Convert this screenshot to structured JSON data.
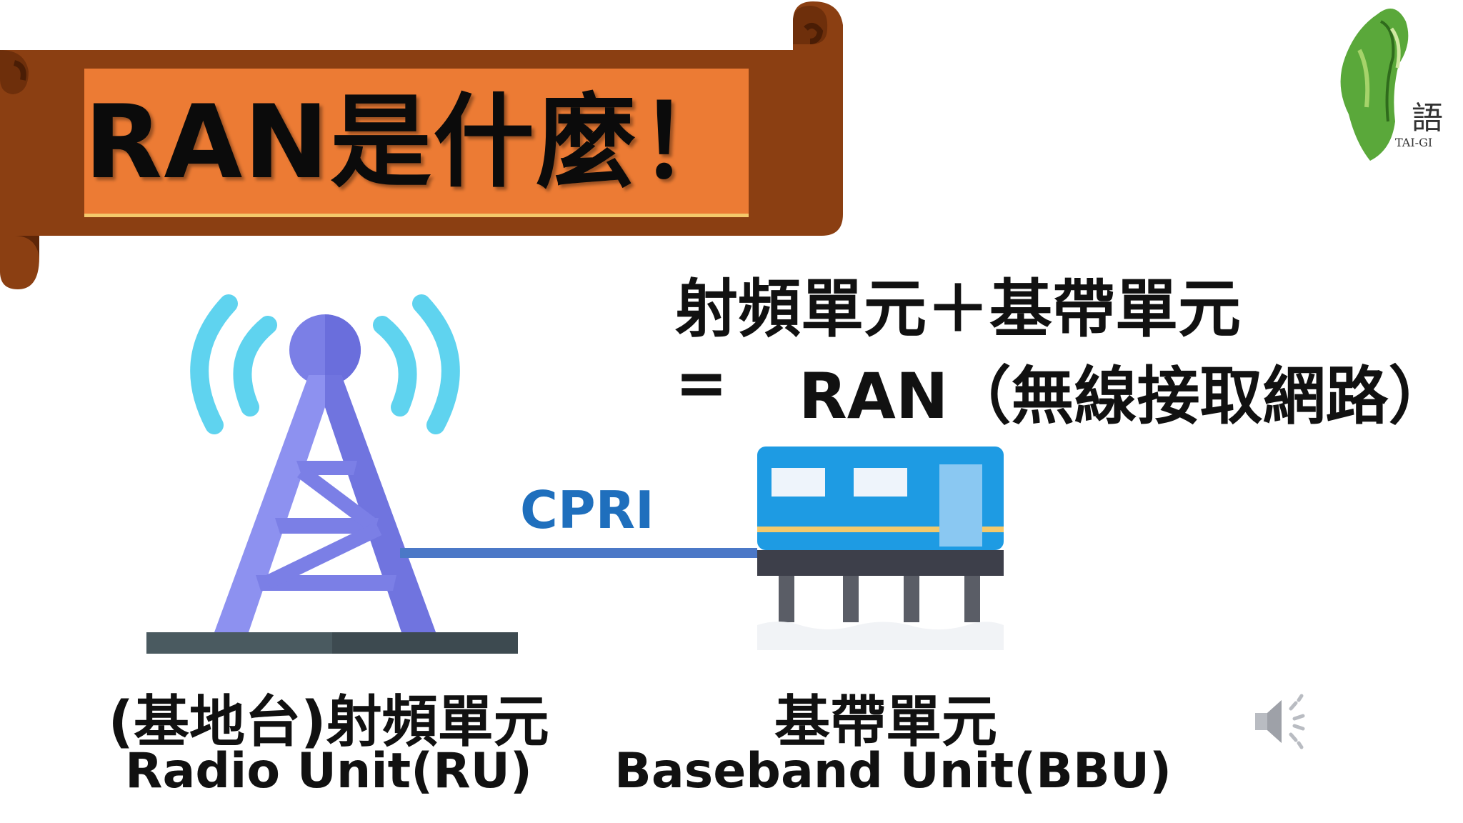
{
  "title": "RAN是什麼！",
  "logo": {
    "text": "語",
    "subtext": "TAI-GI"
  },
  "equation": {
    "line1": "射頻單元＋基帶單元",
    "equals": "=",
    "result": "RAN（無線接取網路）"
  },
  "diagram": {
    "link_label": "CPRI",
    "ru": {
      "label_cn": "(基地台)射頻單元",
      "label_en": "Radio Unit(RU)"
    },
    "bbu": {
      "label_cn": "基帶單元",
      "label_en": "Baseband Unit(BBU)"
    }
  },
  "colors": {
    "banner": "#8b3f12",
    "title_bg": "#ec7b34",
    "tower": "#7b7fe6",
    "signal": "#5fd3ef",
    "link": "#4b78c7",
    "cpri_text": "#1f6fbd",
    "bbu_body": "#1e9be3"
  },
  "icons": [
    "scroll-banner-icon",
    "taiwan-leaf-logo-icon",
    "radio-tower-icon",
    "baseband-unit-icon",
    "speaker-icon"
  ]
}
